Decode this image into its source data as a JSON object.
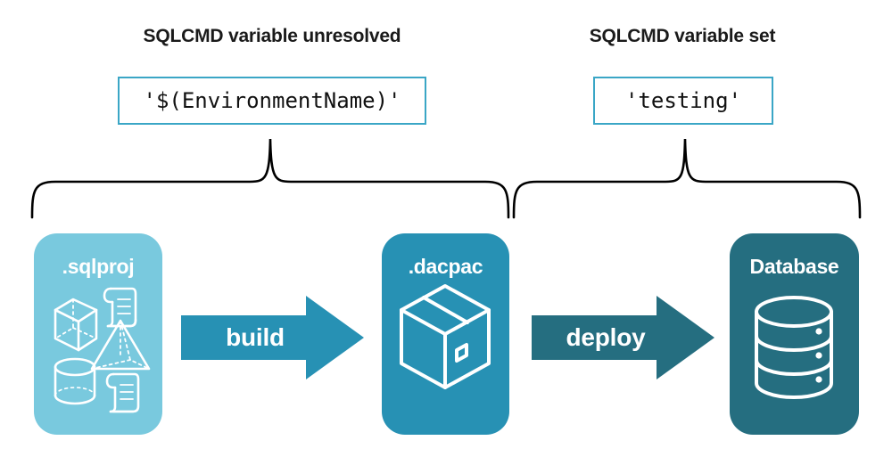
{
  "headings": {
    "left": "SQLCMD variable unresolved",
    "right": "SQLCMD variable set"
  },
  "code_boxes": {
    "left": "'$(EnvironmentName)'",
    "right": "'testing'"
  },
  "stages": [
    {
      "id": "sqlproj",
      "title": ".sqlproj",
      "color": "#79c9de",
      "icons": [
        "cube-icon",
        "scroll-icon",
        "pyramid-icon",
        "cylinder-icon",
        "scroll-icon"
      ]
    },
    {
      "id": "dacpac",
      "title": ".dacpac",
      "color": "#2791b4",
      "icons": [
        "package-box-icon"
      ]
    },
    {
      "id": "database",
      "title": "Database",
      "color": "#256e80",
      "icons": [
        "database-cylinder-icon"
      ]
    }
  ],
  "arrows": [
    {
      "id": "build",
      "label": "build",
      "color": "#2791b4"
    },
    {
      "id": "deploy",
      "label": "deploy",
      "color": "#256e80"
    }
  ],
  "colors": {
    "accent_border": "#3aa6c6",
    "light_teal": "#79c9de",
    "mid_teal": "#2791b4",
    "dark_teal": "#256e80",
    "text": "#1a1a1a",
    "background": "#ffffff",
    "brace": "#000000"
  },
  "braces": {
    "left": {
      "name": "brace-build-scope"
    },
    "right": {
      "name": "brace-deploy-scope"
    }
  }
}
